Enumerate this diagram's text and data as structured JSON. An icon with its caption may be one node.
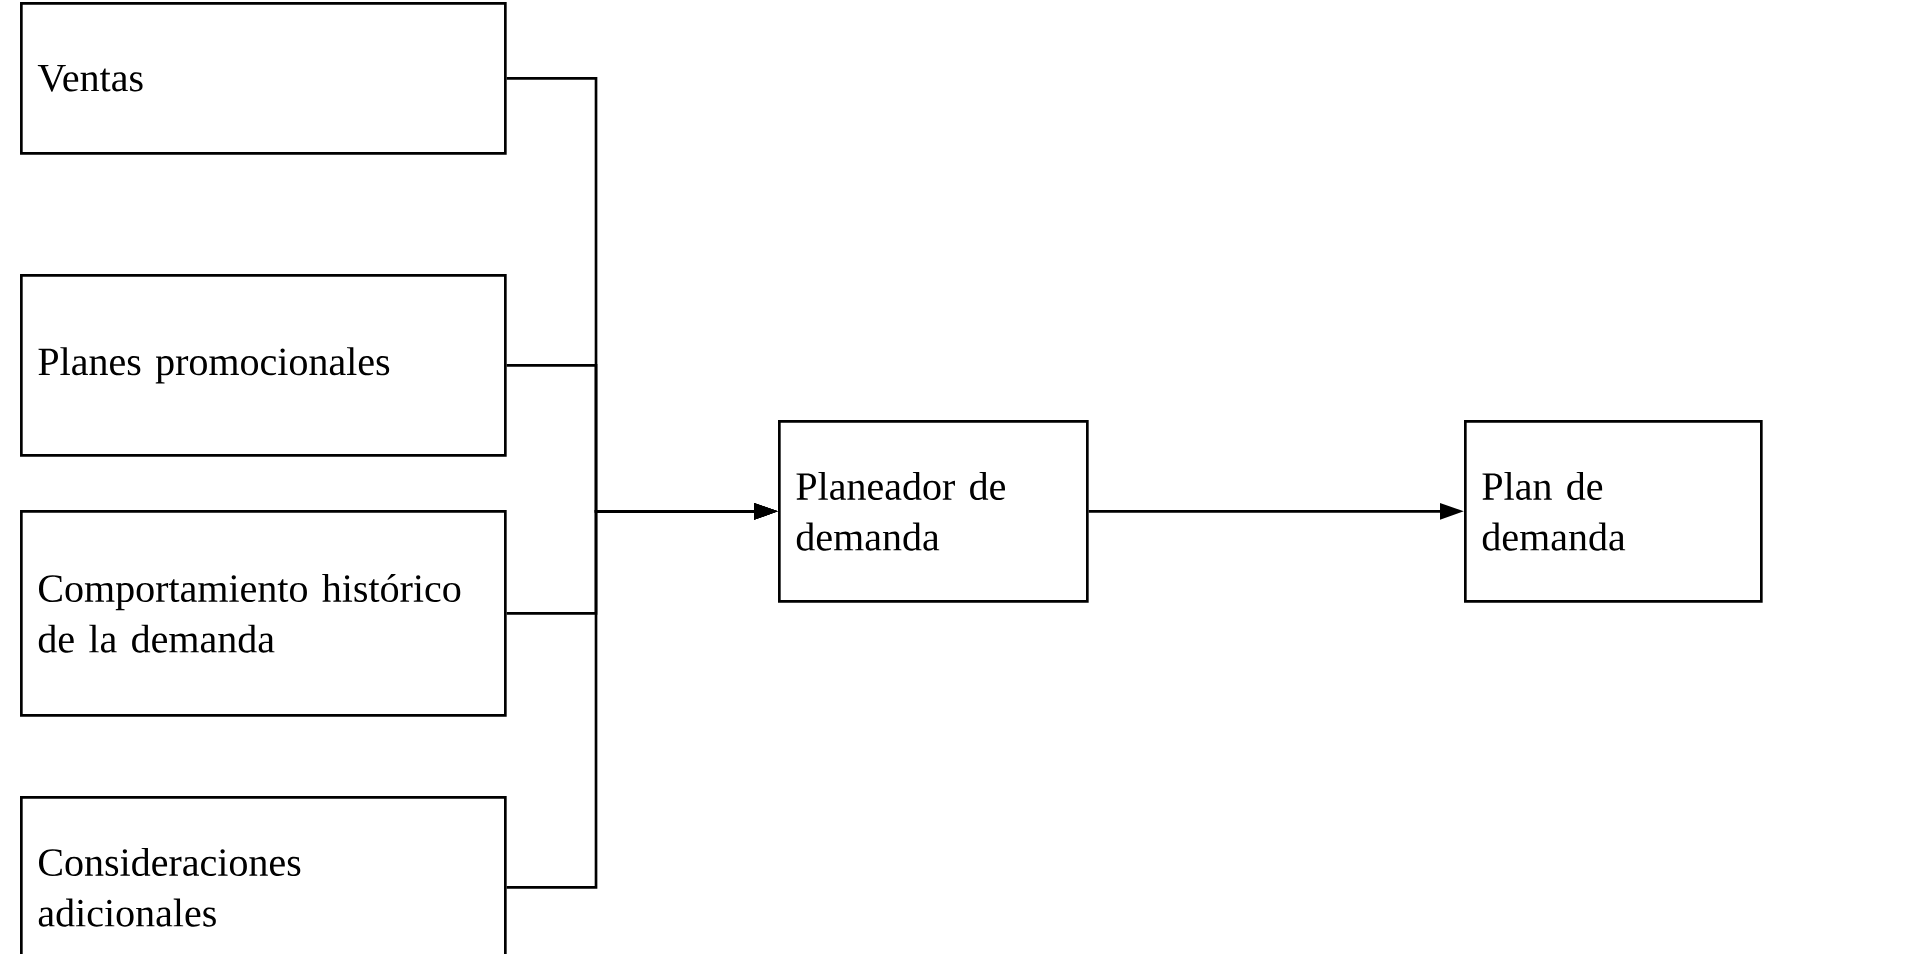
{
  "diagram": {
    "nodes": [
      {
        "text": [
          "Ventas"
        ]
      },
      {
        "text": [
          "Planes promocionales"
        ]
      },
      {
        "text": [
          "Comportamiento histórico de la demanda"
        ]
      },
      {
        "text": [
          "Consideraciones adicionales"
        ]
      },
      {
        "text": [
          "Planeador de demanda"
        ]
      },
      {
        "text": [
          "Plan de demanda"
        ]
      }
    ],
    "edges": [
      {
        "from": 0,
        "to": 4,
        "arrow": "to"
      },
      {
        "from": 1,
        "to": 4,
        "arrow": "to"
      },
      {
        "from": 2,
        "to": 4,
        "arrow": "to"
      },
      {
        "from": 3,
        "to": 4,
        "arrow": "to"
      },
      {
        "from": 4,
        "to": 5,
        "arrow": "to"
      }
    ]
  }
}
